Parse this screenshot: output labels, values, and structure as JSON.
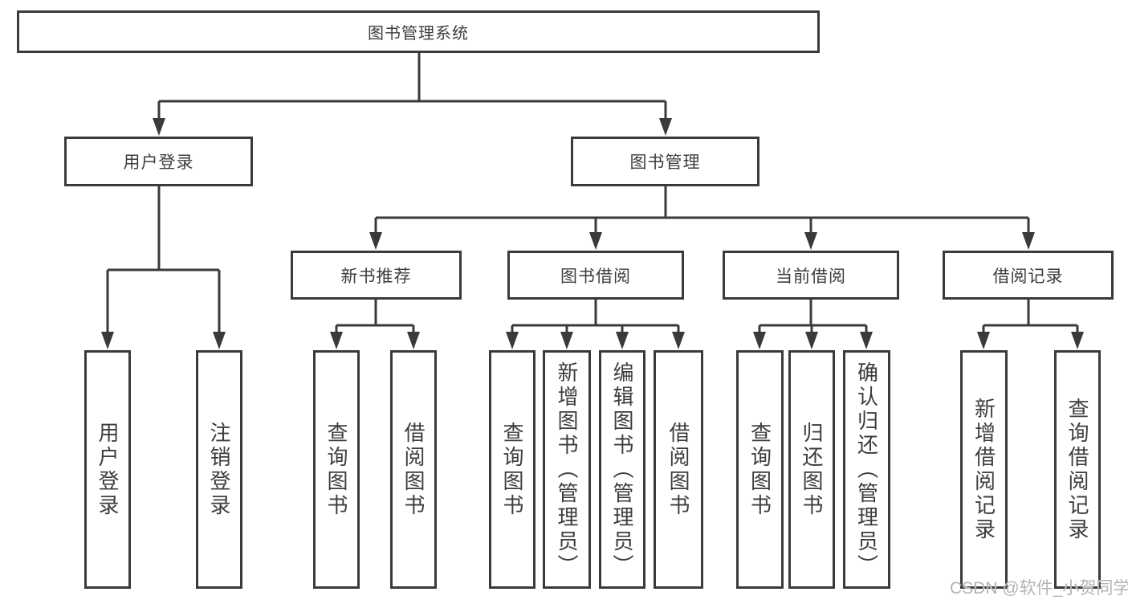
{
  "diagram": {
    "root": {
      "label": "图书管理系统"
    },
    "branches": [
      {
        "label": "用户登录",
        "children": [
          {
            "label": "用户登录"
          },
          {
            "label": "注销登录"
          }
        ]
      },
      {
        "label": "图书管理",
        "children": [
          {
            "label": "新书推荐",
            "children": [
              {
                "label": "查询图书"
              },
              {
                "label": "借阅图书"
              }
            ]
          },
          {
            "label": "图书借阅",
            "children": [
              {
                "label": "查询图书"
              },
              {
                "label": "新增图书（管理员）"
              },
              {
                "label": "编辑图书（管理员）"
              },
              {
                "label": "借阅图书"
              }
            ]
          },
          {
            "label": "当前借阅",
            "children": [
              {
                "label": "查询图书"
              },
              {
                "label": "归还图书"
              },
              {
                "label": "确认归还（管理员）"
              }
            ]
          },
          {
            "label": "借阅记录",
            "children": [
              {
                "label": "新增借阅记录"
              },
              {
                "label": "查询借阅记录"
              }
            ]
          }
        ]
      }
    ]
  },
  "watermark": "CSDN @软件_小贺同学",
  "colors": {
    "line": "#3a3a3a",
    "box_border": "#3a3a3a",
    "text": "#3d3d3d",
    "watermark": "#b3b3b3",
    "background": "#ffffff"
  }
}
